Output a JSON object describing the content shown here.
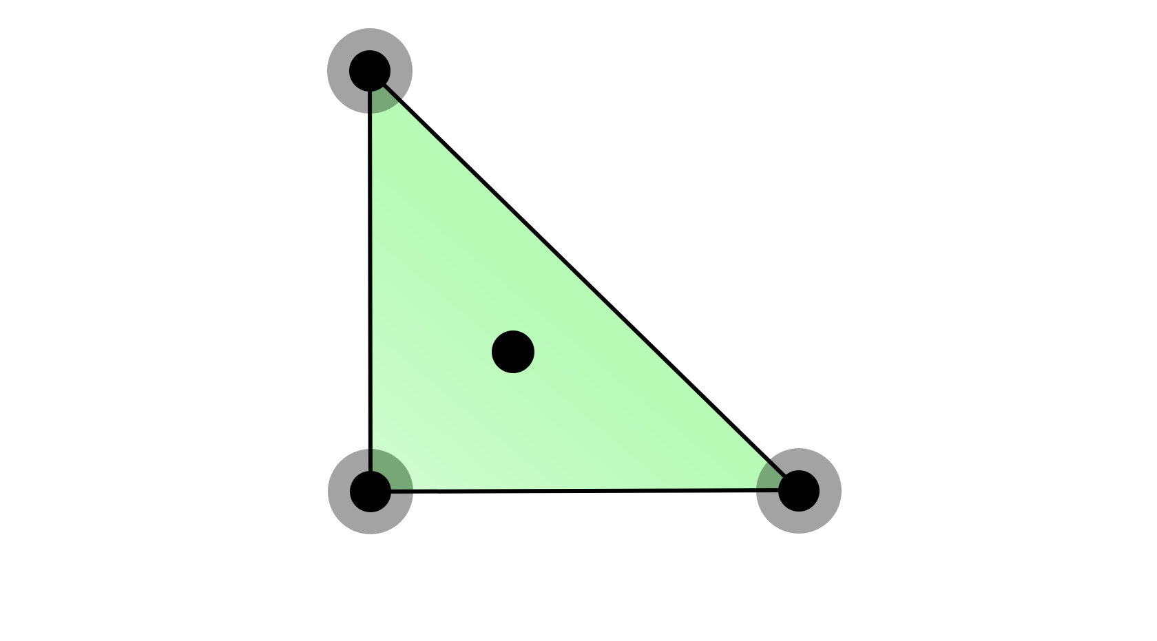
{
  "diagram": {
    "shape": "right-triangle",
    "fill_color_light": "#d2fcd2",
    "fill_color": "#b6fab6",
    "edge_color": "#000000",
    "handle_ring_color": "#a3a3a3",
    "handle_overlap_color": "#77a677",
    "vertex_color": "#000000",
    "vertices": [
      {
        "id": "top",
        "handle": true
      },
      {
        "id": "bottom-left",
        "handle": true
      },
      {
        "id": "bottom-right",
        "handle": true
      }
    ],
    "center_point": {
      "id": "centroid"
    }
  }
}
